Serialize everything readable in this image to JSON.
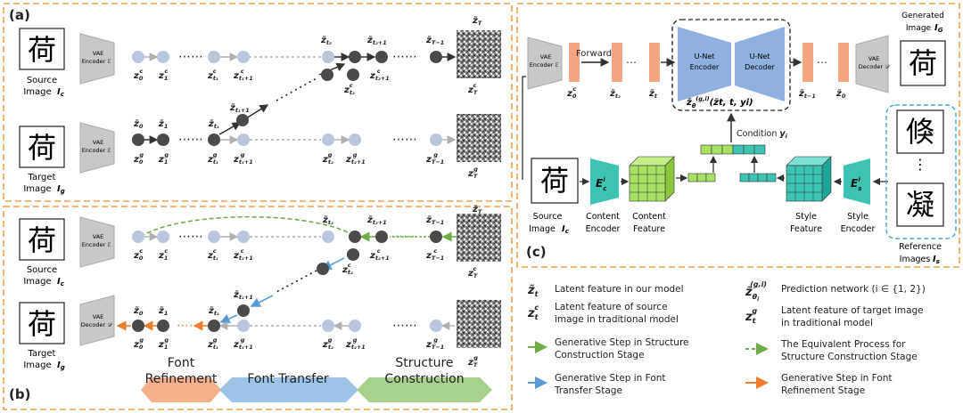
{
  "panel_labels": {
    "a": "(a)",
    "b": "(b)",
    "c": "(c)"
  },
  "glyphs": {
    "source": "荷",
    "target": "荷",
    "ref_top": "倏",
    "ref_bottom": "凝",
    "ref_dots": "⋮"
  },
  "image_labels": {
    "source_line1": "Source",
    "source_line2": "Image ",
    "target_line1": "Target",
    "target_line2": "Image ",
    "generated_line1": "Generated",
    "generated_line2": "Image ",
    "reference_line1": "Reference",
    "reference_line2": "Images "
  },
  "vae": {
    "word": "VAE",
    "encoder": "Encoder ",
    "decoder": "Decoder ",
    "enc_sym": "ℰ",
    "dec_sym": "𝒟"
  },
  "node_labels": {
    "z": "z",
    "zt": "z̃",
    "sub_0": "0",
    "sub_1": "1",
    "sub_t1": "t₁",
    "sub_t1p1": "t₁+1",
    "sub_t2": "t₂",
    "sub_t2p1": "t₂+1",
    "sub_Tm1": "T−1",
    "sub_T": "T",
    "sup_c": "c",
    "sup_g": "g"
  },
  "stages": {
    "refinement_line1": "Font",
    "refinement_line2": "Refinement",
    "transfer": "Font Transfer",
    "construction_line1": "Structure",
    "construction_line2": "Construction"
  },
  "panel_c": {
    "forward": "Forward",
    "unet_word": "U-Net",
    "unet_encoder": "Encoder",
    "unet_decoder": "Decoder",
    "prediction": "(z̃t, t, yi)",
    "condition": "Condition ",
    "content_encoder_line1": "Content",
    "content_encoder_line2": "Encoder",
    "content_feature_line1": "Content",
    "content_feature_line2": "Feature",
    "style_feature_line1": "Style",
    "style_feature_line2": "Feature",
    "style_encoder_line1": "Style",
    "style_encoder_line2": "Encoder",
    "ec": "E",
    "es": "E",
    "ec_sup": "i",
    "ec_sub": "c",
    "es_sup": "i",
    "es_sub": "s"
  },
  "legend": [
    {
      "symbol": "z̃t",
      "text_line1": "Latent feature in our model",
      "text_line2": ""
    },
    {
      "symbol": "zᶜt",
      "text_line1": "Latent feature of source",
      "text_line2": "image in traditional model"
    },
    {
      "symbol": "",
      "text_line1": "Generative Step in Structure",
      "text_line2": "Construction Stage"
    },
    {
      "symbol": "",
      "text_line1": "Generative Step in Font",
      "text_line2": "Transfer Stage"
    },
    {
      "symbol": "z̃θ",
      "text_line1": "Prediction network (i ∈ {1, 2})",
      "text_line2": ""
    },
    {
      "symbol": "zᵍt",
      "text_line1": "Latent feature of target image",
      "text_line2": "in traditional model"
    },
    {
      "symbol": "",
      "text_line1": "The Equivalent Process for",
      "text_line2": "Structure Construction Stage"
    },
    {
      "symbol": "",
      "text_line1": "Generative Step in Font",
      "text_line2": "Refinement Stage"
    }
  ],
  "colors": {
    "frame": "#f0a050",
    "node_light": "#b9c6dc",
    "node_dark": "#4a4a4a",
    "arrow_gray": "#b0b0b0",
    "green": "#70ad47",
    "blue": "#5b9bd5",
    "orange": "#ed7d31",
    "unet": "#8fb0e0",
    "salmon": "#f4a582",
    "stage_orange": "#f6b18a",
    "stage_blue": "#9dc3e6",
    "stage_green": "#a9d18e",
    "feature_green": "#a8e063",
    "feature_teal": "#3cc3b2"
  }
}
